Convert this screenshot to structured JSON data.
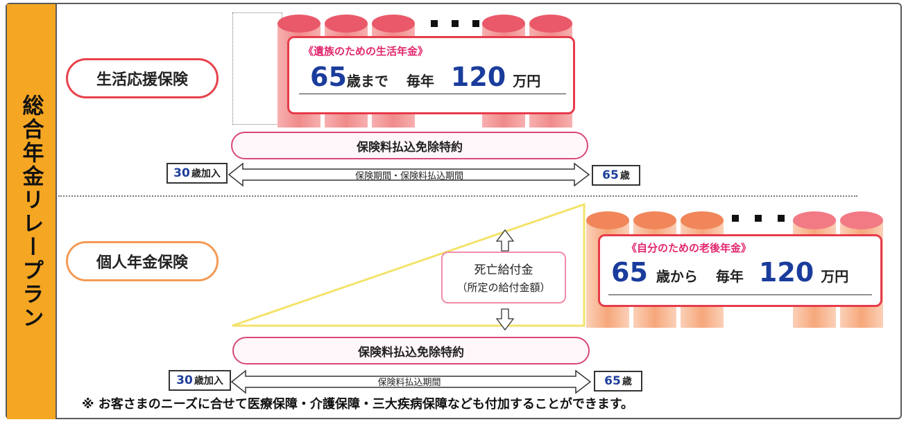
{
  "side_title": "総合年金リレープラン",
  "top": {
    "insurance_label": "生活応援保険",
    "card_title": "《遺族のための生活年金》",
    "card_age": "65",
    "card_age_suffix": "歳まで",
    "card_mid": "毎年",
    "card_amount": "120",
    "card_unit": "万円",
    "waiver": "保険料払込免除特約",
    "start_age_num": "30",
    "start_age_text": "歳加入",
    "period_label": "保険期間・保険料払込期間",
    "end_age_num": "65",
    "end_age_unit": "歳"
  },
  "bottom": {
    "insurance_label": "個人年金保険",
    "card_title": "《自分のための老後年金》",
    "card_age": "65",
    "card_age_suffix": "歳から",
    "card_mid": "毎年",
    "card_amount": "120",
    "card_unit": "万円",
    "death_benefit_line1": "死亡給付金",
    "death_benefit_line2": "（所定の給付金額）",
    "waiver": "保険料払込免除特約",
    "start_age_num": "30",
    "start_age_text": "歳加入",
    "period_label": "保険料払込期間",
    "end_age_num": "65",
    "end_age_unit": "歳"
  },
  "footnote": "※ お客さまのニーズに合せて医療保障・介護保障・三大疾病保障なども付加することができます。",
  "colors": {
    "side_bar": "#f5a623",
    "coin_red": "#f08080",
    "coin_orange": "#f6a77a",
    "card_border": "#e63b4a",
    "title_pink": "#e2286e",
    "number_blue": "#1a3c9c",
    "triangle_yellow": "#f3e36b"
  }
}
